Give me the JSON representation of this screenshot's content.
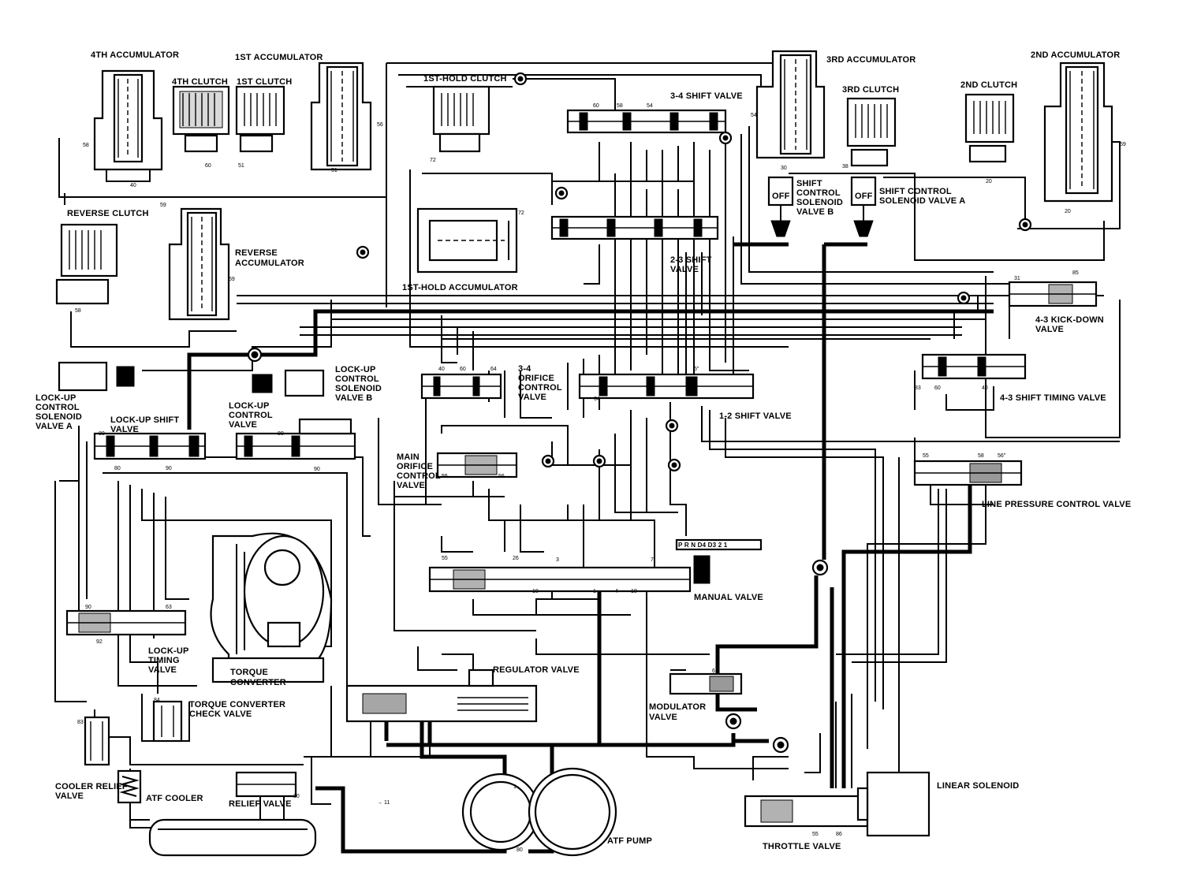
{
  "labels": {
    "acc4": "4TH ACCUMULATOR",
    "clutch4": "4TH CLUTCH",
    "clutch1": "1ST CLUTCH",
    "acc1": "1ST ACCUMULATOR",
    "hold_clutch": "1ST-HOLD CLUTCH",
    "shift34": "3-4 SHIFT VALVE",
    "acc3": "3RD ACCUMULATOR",
    "clutch3": "3RD CLUTCH",
    "clutch2": "2ND CLUTCH",
    "acc2": "2ND ACCUMULATOR",
    "rev_clutch": "REVERSE CLUTCH",
    "rev_acc": [
      "REVERSE",
      "ACCUMULATOR"
    ],
    "hold_acc": "1ST-HOLD ACCUMULATOR",
    "sol_b": [
      "SHIFT",
      "CONTROL",
      "SOLENOID",
      "VALVE B"
    ],
    "sol_a": [
      "SHIFT  CONTROL",
      "SOLENOID VALVE A"
    ],
    "off": "OFF",
    "shift23": [
      "2-3 SHIFT",
      "VALVE"
    ],
    "kickdown": [
      "4-3 KICK-DOWN",
      "VALVE"
    ],
    "timing43": "4-3 SHIFT TIMING VALVE",
    "lu_sol_a": [
      "LOCK-UP",
      "CONTROL",
      "SOLENOID",
      "VALVE A"
    ],
    "lu_shift": [
      "LOCK-UP SHIFT",
      "VALVE"
    ],
    "lu_control": [
      "LOCK-UP",
      "CONTROL",
      "VALVE"
    ],
    "lu_sol_b": [
      "LOCK-UP",
      "CONTROL",
      "SOLENOID",
      "VALVE B"
    ],
    "orifice34": [
      "3-4",
      "ORIFICE",
      "CONTROL",
      "VALVE"
    ],
    "shift12": "1-2 SHIFT VALVE",
    "main_orifice": [
      "MAIN",
      "ORIFICE",
      "CONTROL",
      "VALVE"
    ],
    "line_pressure": "LINE PRESSURE CONTROL VALVE",
    "manual": "MANUAL VALVE",
    "lu_timing": [
      "LOCK-UP",
      "TIMING",
      "VALVE"
    ],
    "torque_conv": [
      "TORQUE",
      "CONVERTER"
    ],
    "regulator": "REGULATOR VALVE",
    "tc_check": [
      "TORQUE CONVERTER",
      "CHECK VALVE"
    ],
    "modulator": [
      "MODULATOR",
      "VALVE"
    ],
    "cooler_relief": [
      "COOLER RELIEF",
      "VALVE"
    ],
    "atf_cooler": "ATF COOLER",
    "relief": "RELIEF VALVE",
    "atf_pump": "ATF PUMP",
    "linear_sol": "LINEAR SOLENOID",
    "throttle": "THROTTLE  VALVE",
    "gear_positions": "P R N D4 D3 2 1"
  }
}
